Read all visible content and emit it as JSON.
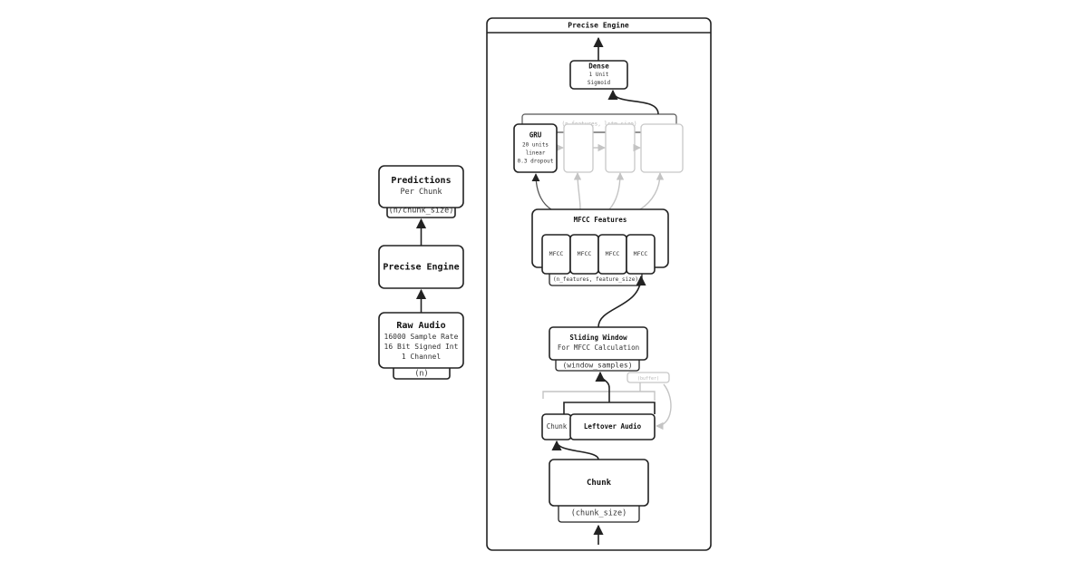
{
  "left": {
    "predictions": {
      "title": "Predictions",
      "subtitle": "Per Chunk",
      "shape": "(n/chunk_size)"
    },
    "engine": {
      "title": "Precise Engine"
    },
    "raw_audio": {
      "title": "Raw Audio",
      "line1": "16000 Sample Rate",
      "line2": "16 Bit Signed Int",
      "line3": "1 Channel",
      "shape": "(n)"
    }
  },
  "panel": {
    "title": "Precise Engine",
    "dense": {
      "title": "Dense",
      "line1": "1 Unit",
      "line2": "Sigmoid"
    },
    "gru_shape": "(n_features, lstm_size)",
    "gru": {
      "title": "GRU",
      "line1": "20 units",
      "line2": "linear",
      "line3": "0.3 dropout"
    },
    "mfcc": {
      "title": "MFCC Features",
      "cells": [
        "MFCC",
        "MFCC",
        "MFCC",
        "MFCC"
      ],
      "shape": "(n_features, feature_size)"
    },
    "window": {
      "title": "Sliding Window",
      "subtitle": "For MFCC Calculation",
      "shape": "(window_samples)"
    },
    "buffer_ghost_label": "(buffer)",
    "leftover": {
      "chunk": "Chunk",
      "title": "Leftover Audio"
    },
    "chunk": {
      "title": "Chunk",
      "shape": "(chunk_size)"
    }
  },
  "colors": {
    "stroke": "#222222",
    "ghost": "#c8c8c8",
    "background": "#ffffff"
  }
}
